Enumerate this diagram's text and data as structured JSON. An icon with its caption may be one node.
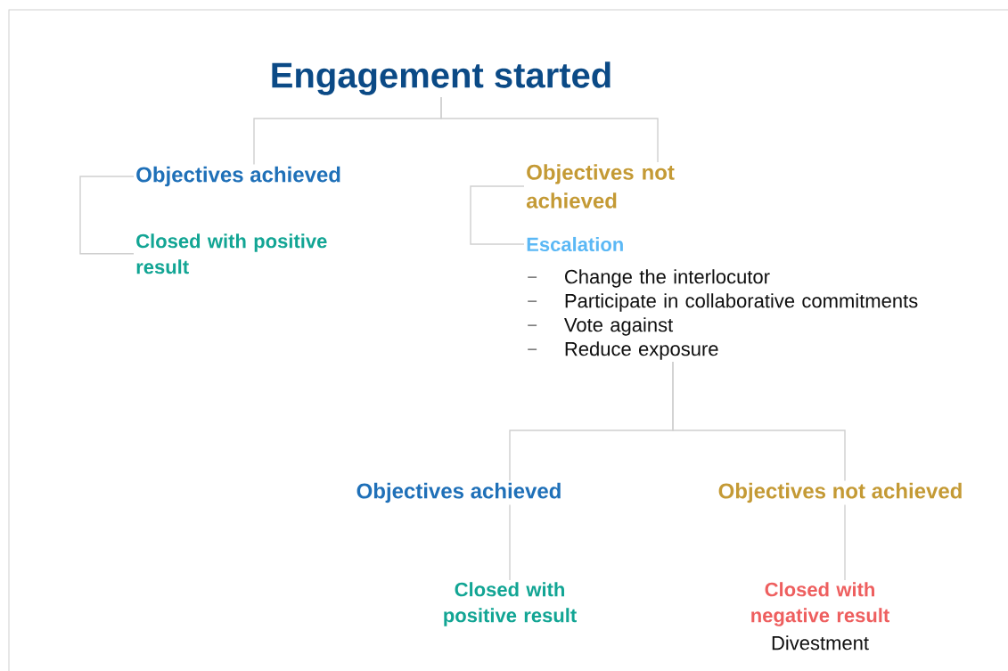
{
  "diagram": {
    "nodes": [
      {
        "text": [
          "Engagement started"
        ]
      },
      {
        "text": [
          "Objectives achieved"
        ]
      },
      {
        "text": [
          "Objectives not achieved"
        ]
      },
      {
        "text": [
          "Closed with positive result"
        ]
      },
      {
        "text": [
          "Escalation"
        ]
      },
      {
        "text": [
          "Change the interlocutor",
          "Participate in collaborative commitments",
          "Vote against",
          "Reduce exposure"
        ]
      },
      {
        "text": [
          "Objectives achieved"
        ]
      },
      {
        "text": [
          "Objectives not achieved"
        ]
      },
      {
        "text": [
          "Closed with positive result"
        ]
      },
      {
        "text": [
          "Closed with negative result"
        ],
        "beside": [
          "Divestment"
        ]
      }
    ],
    "edges": [
      {
        "from": 0,
        "to": 1,
        "arrow": "none"
      },
      {
        "from": 0,
        "to": 2,
        "arrow": "none"
      },
      {
        "from": 1,
        "to": 3,
        "arrow": "none"
      },
      {
        "from": 2,
        "to": 4,
        "arrow": "none"
      },
      {
        "from": 5,
        "to": 6,
        "arrow": "none"
      },
      {
        "from": 5,
        "to": 7,
        "arrow": "none"
      },
      {
        "from": 6,
        "to": 8,
        "arrow": "none"
      },
      {
        "from": 7,
        "to": 9,
        "arrow": "none"
      }
    ]
  }
}
